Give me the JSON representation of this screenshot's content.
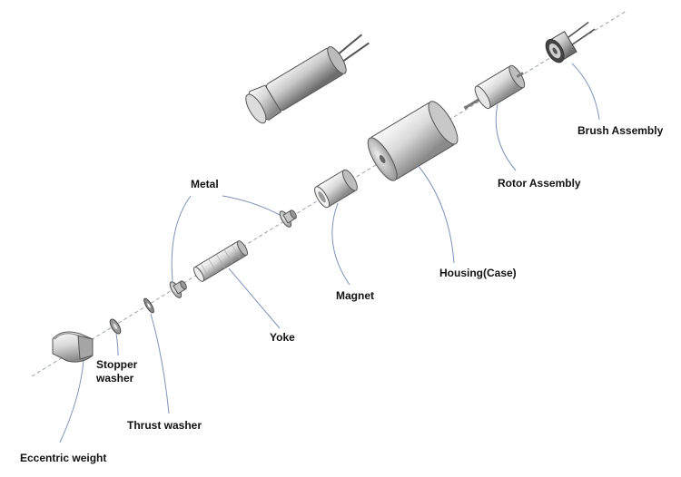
{
  "diagram": {
    "title": "",
    "labels": {
      "metal": "Metal",
      "brush_assembly": "Brush Assembly",
      "rotor_assembly": "Rotor Assembly",
      "housing": "Housing(Case)",
      "magnet": "Magnet",
      "yoke": "Yoke",
      "stopper_washer_1": "Stopper",
      "stopper_washer_2": "washer",
      "thrust_washer": "Thrust washer",
      "eccentric_weight": "Eccentric weight"
    }
  },
  "colors": {
    "axis": "#9aa0aa",
    "leader": "#7d93b8",
    "part_light": "#e4e4e4",
    "part_mid": "#b9b9b9",
    "part_dark": "#6f6f6f",
    "text": "#111111"
  },
  "icons": [
    "assembled-motor-icon",
    "brush-assembly-icon",
    "rotor-assembly-icon",
    "housing-icon",
    "magnet-icon",
    "metal-bearing-icon",
    "yoke-icon",
    "thrust-washer-icon",
    "stopper-washer-icon",
    "eccentric-weight-icon"
  ]
}
